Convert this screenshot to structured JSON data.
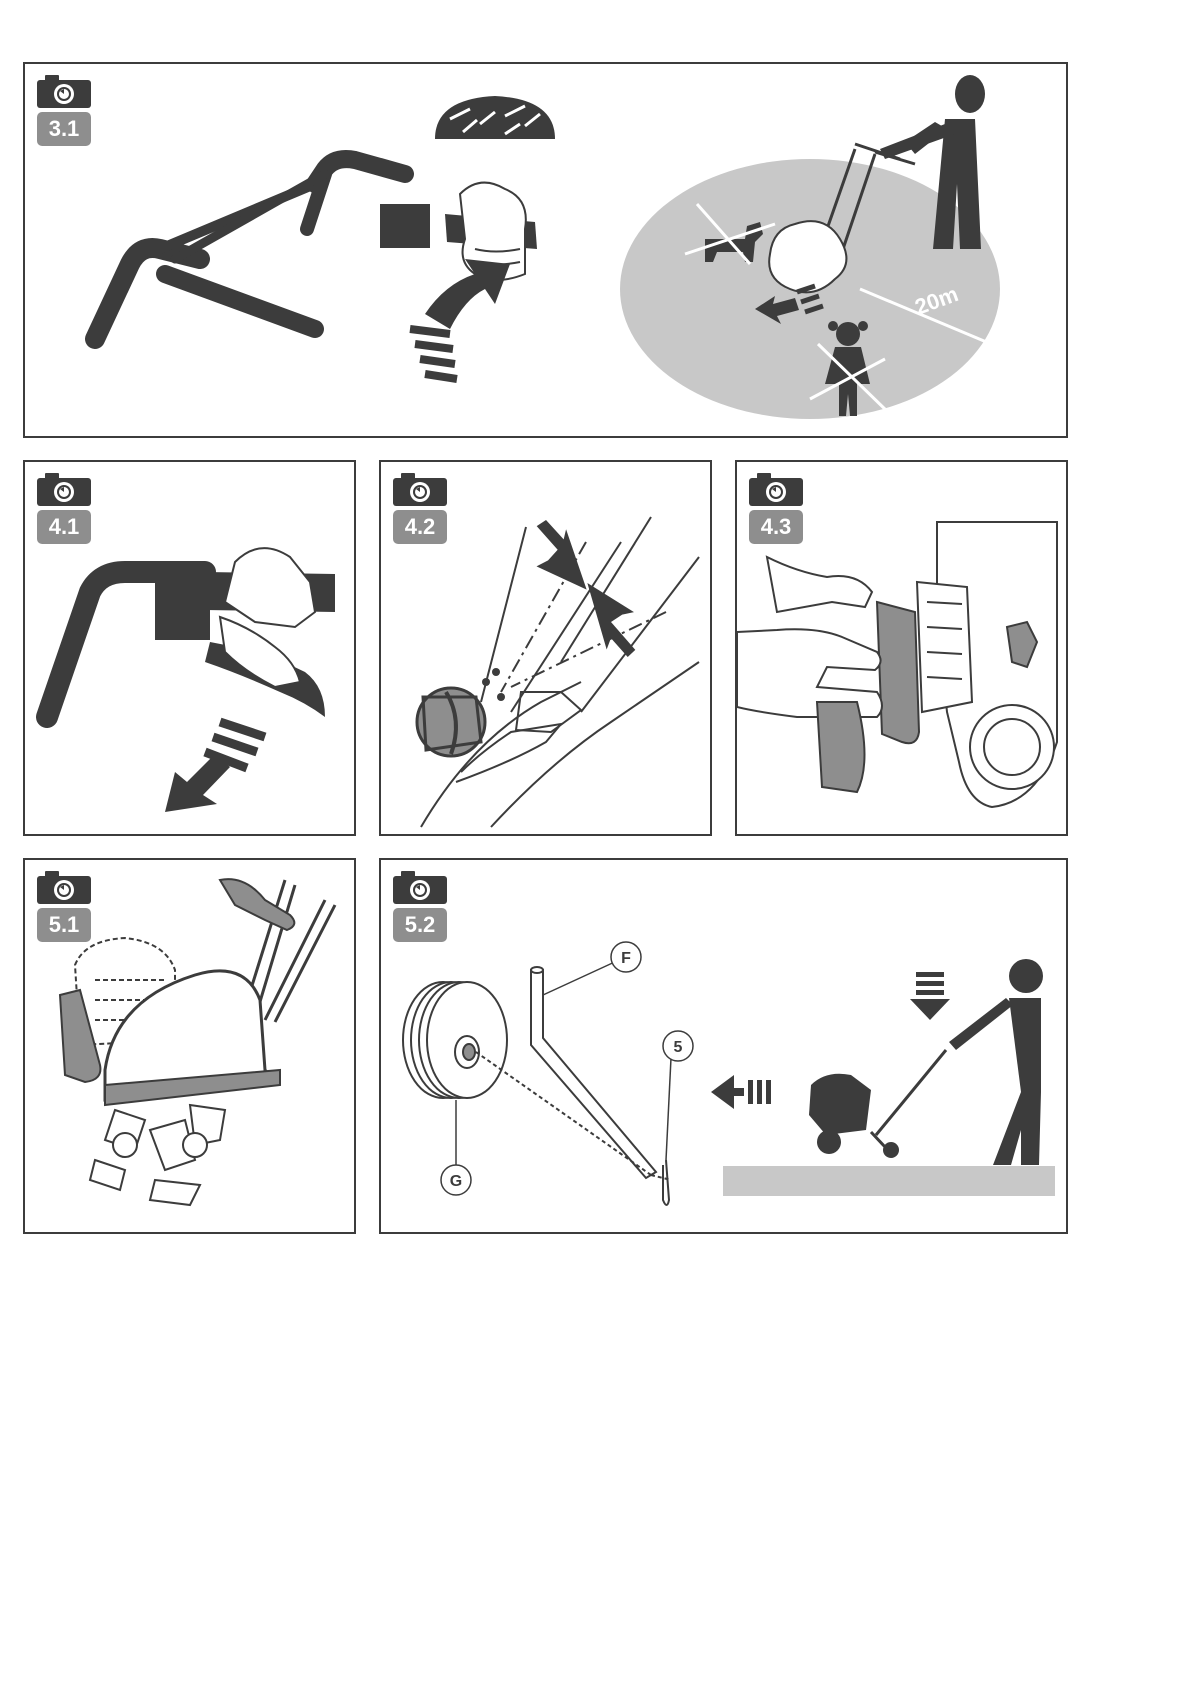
{
  "panels": {
    "p31": {
      "label": "3.1",
      "distance": "20m"
    },
    "p41": {
      "label": "4.1"
    },
    "p42": {
      "label": "4.2"
    },
    "p43": {
      "label": "4.3"
    },
    "p51": {
      "label": "5.1"
    },
    "p52": {
      "label": "5.2",
      "callouts": {
        "f": "F",
        "five": "5",
        "g": "G"
      }
    }
  },
  "icons": {
    "camera": "camera-icon",
    "arrow": "arrow-icon",
    "prohibited": "cross-icon"
  },
  "colors": {
    "ink": "#3c3c3c",
    "badge": "#8e8e8e",
    "zone": "#c8c8c8",
    "ground": "#c8c8c8"
  }
}
